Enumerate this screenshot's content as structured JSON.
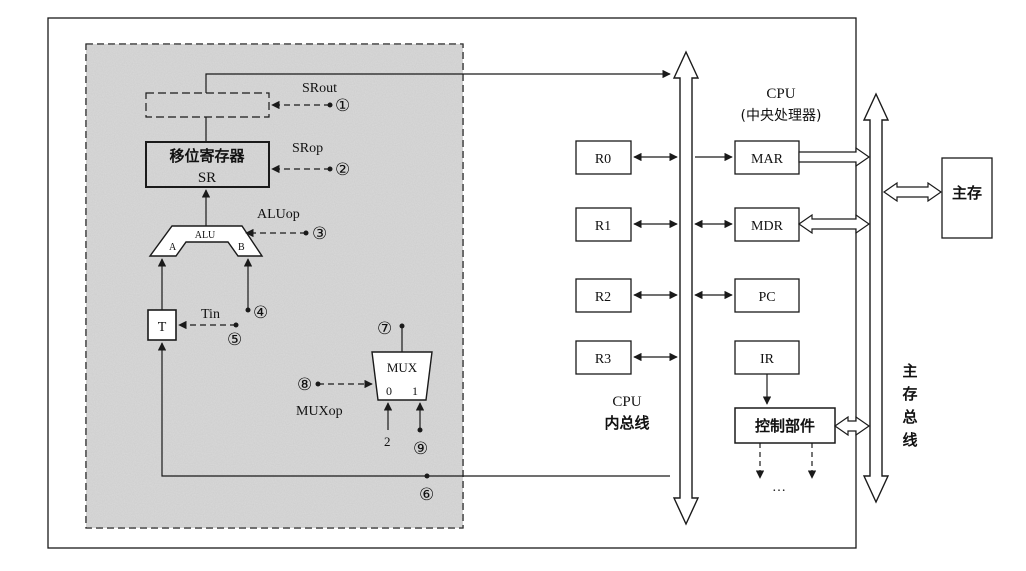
{
  "registers": {
    "shifter": {
      "line1": "移位寄存器",
      "line2": "SR"
    },
    "alu": "ALU",
    "alu_a": "A",
    "alu_b": "B",
    "t": "T",
    "mux": "MUX",
    "mux_in0": "0",
    "mux_in1": "1",
    "mux_const": "2"
  },
  "signals": {
    "srout": "SRout",
    "srop": "SRop",
    "aluop": "ALUop",
    "tin": "Tin",
    "muxop": "MUXop"
  },
  "markers": {
    "m1": "①",
    "m2": "②",
    "m3": "③",
    "m4": "④",
    "m5": "⑤",
    "m6": "⑥",
    "m7": "⑦",
    "m8": "⑧",
    "m9": "⑨"
  },
  "general_registers": [
    "R0",
    "R1",
    "R2",
    "R3"
  ],
  "cpu_units": [
    "MAR",
    "MDR",
    "PC",
    "IR"
  ],
  "control_unit": "控制部件",
  "ellipsis": "…",
  "cpu_title": {
    "line1": "CPU",
    "line2": "(中央处理器)"
  },
  "internal_bus": {
    "line1": "CPU",
    "line2": "内总线"
  },
  "main_bus": [
    "主",
    "存",
    "总",
    "线"
  ],
  "main_memory": "主存",
  "colors": {
    "line": "#1a1a1a",
    "shaded_panel": "#d9d9d9"
  }
}
